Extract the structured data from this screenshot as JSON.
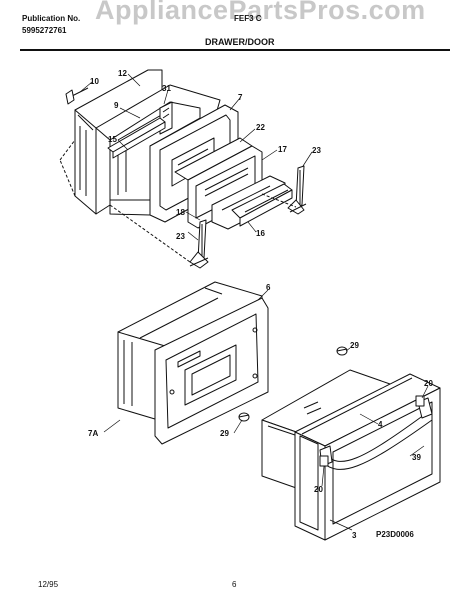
{
  "header": {
    "publication_label": "Publication No.",
    "publication_number": "5995272761",
    "model_text": "FEF3 C",
    "section_title": "DRAWER/DOOR",
    "watermark": "AppliancePartsPros.com"
  },
  "callouts": {
    "c12": "12",
    "c10": "10",
    "c31": "31",
    "c9": "9",
    "c7": "7",
    "c15": "15",
    "c22": "22",
    "c17": "17",
    "c23a": "23",
    "c18": "18",
    "c23b": "23",
    "c16": "16",
    "c6": "6",
    "c29a": "29",
    "c20a": "20",
    "c4": "4",
    "c39": "39",
    "c7a": "7A",
    "c29b": "29",
    "c20b": "20",
    "c3": "3"
  },
  "footer": {
    "date": "12/95",
    "page": "6",
    "diagram_id": "P23D0006"
  }
}
